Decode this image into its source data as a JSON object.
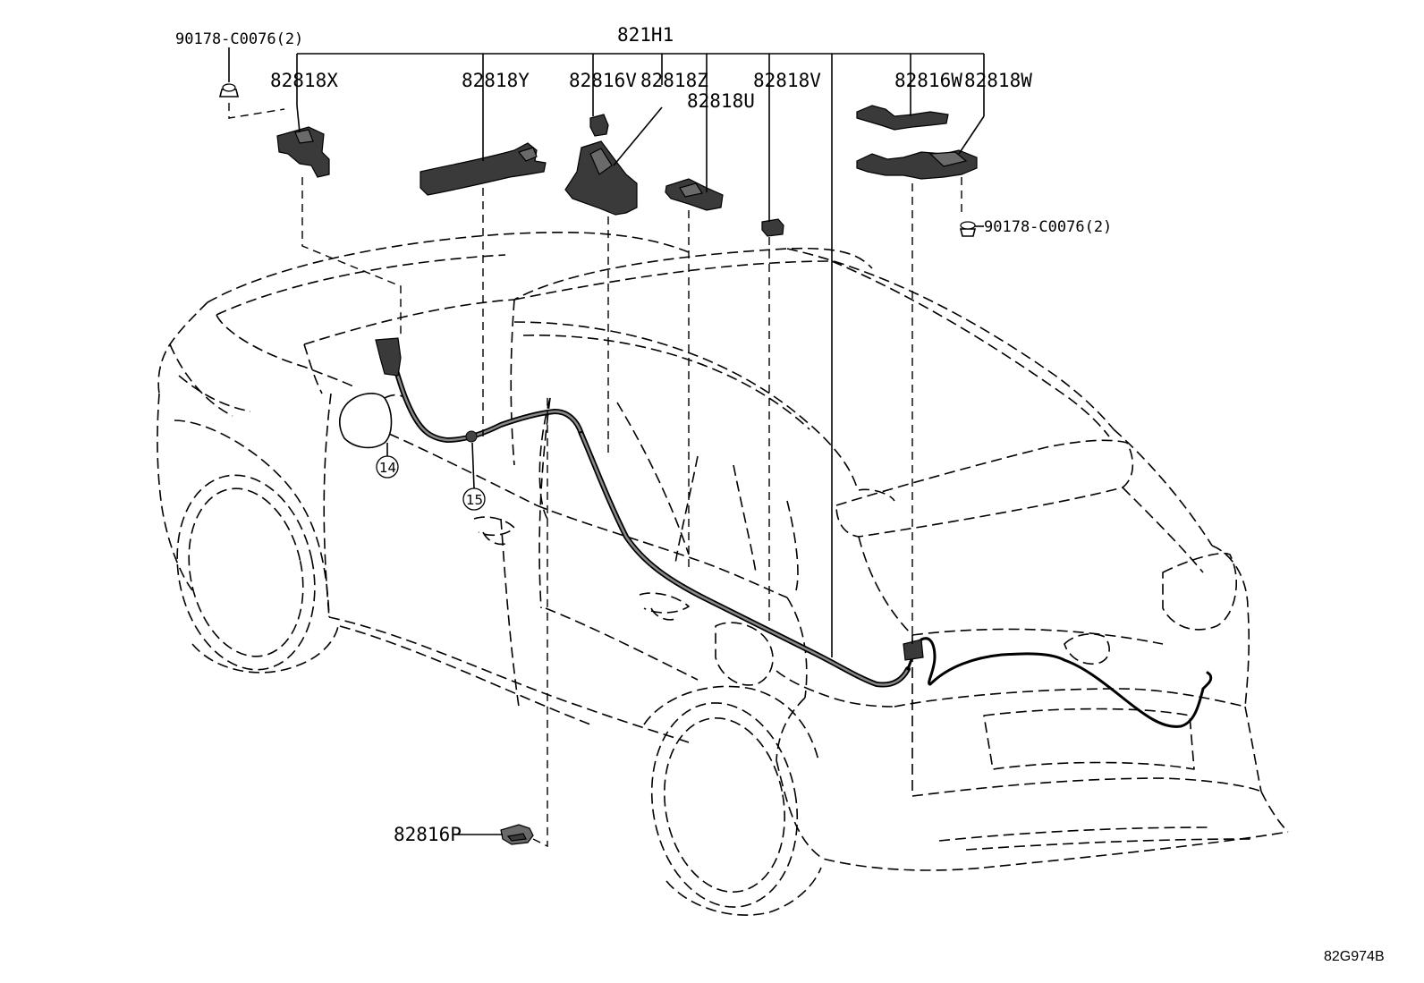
{
  "labels": {
    "assembly": "821H1",
    "clip_top_left": "90178-C0076(2)",
    "clip_right": "90178-C0076(2)",
    "part_82818X": "82818X",
    "part_82818Y": "82818Y",
    "part_82816V": "82816V",
    "part_82818Z": "82818Z",
    "part_82818U": "82818U",
    "part_82818V": "82818V",
    "part_82816W": "82816W",
    "part_82818W": "82818W",
    "part_82816P": "82816P",
    "ref_14": "14",
    "ref_15": "15",
    "diagram_code": "82G974B"
  }
}
